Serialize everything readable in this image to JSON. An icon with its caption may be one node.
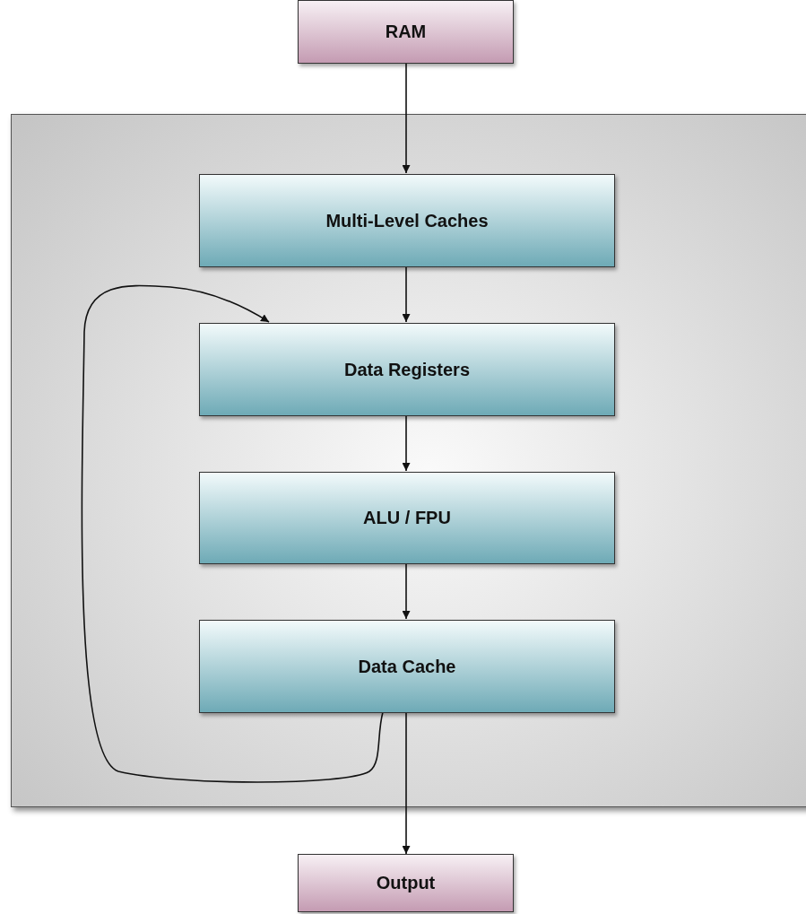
{
  "diagram": {
    "nodes": [
      {
        "text": [
          "RAM"
        ]
      },
      {
        "text": [],
        "shape": "box"
      },
      {
        "text": [
          "Multi-Level Caches"
        ],
        "in": 1
      },
      {
        "text": [
          "Data Registers"
        ],
        "in": 1
      },
      {
        "text": [
          "ALU / FPU"
        ],
        "in": 1
      },
      {
        "text": [
          "Data Cache"
        ],
        "in": 1
      },
      {
        "text": [
          "Output"
        ]
      }
    ],
    "edges": [
      {
        "from": 0,
        "to": 2,
        "arrow": "to"
      },
      {
        "from": 2,
        "to": 3,
        "arrow": "to"
      },
      {
        "from": 3,
        "to": 4,
        "arrow": "to"
      },
      {
        "from": 4,
        "to": 5,
        "arrow": "to"
      },
      {
        "from": 5,
        "to": 6,
        "arrow": "to"
      },
      {
        "from": 5,
        "to": 3,
        "arrow": "to"
      }
    ]
  }
}
